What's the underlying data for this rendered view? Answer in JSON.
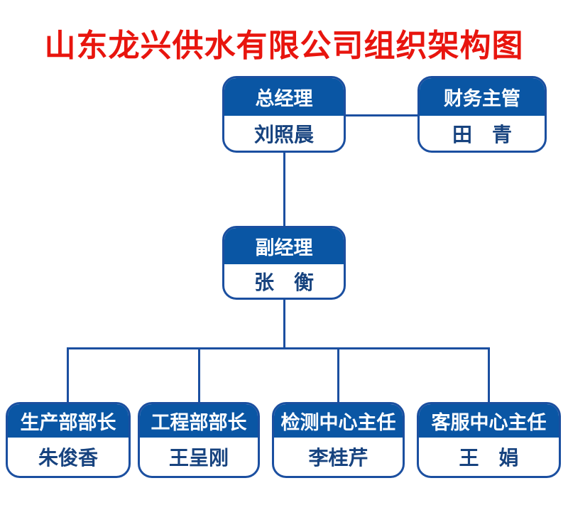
{
  "title": "山东龙兴供水有限公司组织架构图",
  "colors": {
    "title_red": "#e8150e",
    "box_fill": "#0a56a4",
    "box_border": "#1b4fa0",
    "name_blue": "#17437f",
    "background": "#ffffff"
  },
  "org": {
    "general_manager": {
      "role": "总经理",
      "name": "刘照晨"
    },
    "finance_supervisor": {
      "role": "财务主管",
      "name": "田　青"
    },
    "deputy_manager": {
      "role": "副经理",
      "name": "张　衡"
    },
    "production_director": {
      "role": "生产部部长",
      "name": "朱俊香"
    },
    "engineering_director": {
      "role": "工程部部长",
      "name": "王呈刚"
    },
    "testing_center_director": {
      "role": "检测中心主任",
      "name": "李桂芹"
    },
    "service_center_director": {
      "role": "客服中心主任",
      "name": "王　娟"
    }
  },
  "hierarchy": [
    {
      "from": "总经理",
      "to": "财务主管"
    },
    {
      "from": "总经理",
      "to": "副经理"
    },
    {
      "from": "副经理",
      "to": "生产部部长"
    },
    {
      "from": "副经理",
      "to": "工程部部长"
    },
    {
      "from": "副经理",
      "to": "检测中心主任"
    },
    {
      "from": "副经理",
      "to": "客服中心主任"
    }
  ]
}
